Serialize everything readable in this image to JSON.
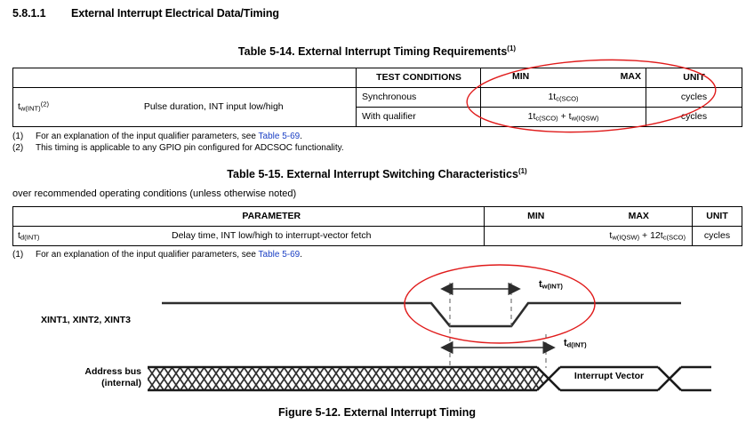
{
  "section": {
    "number": "5.8.1.1",
    "title": "External Interrupt Electrical Data/Timing"
  },
  "table_5_14": {
    "title": "Table 5-14. External Interrupt Timing Requirements",
    "title_sup": "(1)",
    "headers": {
      "param_blank": "",
      "test_conditions": "TEST CONDITIONS",
      "min": "MIN",
      "max": "MAX",
      "unit": "UNIT"
    },
    "rows": [
      {
        "symbol_t": "t",
        "symbol_sub": "w(INT)",
        "symbol_sup": "(2)",
        "description": "Pulse duration, INT input low/high",
        "condition": "Synchronous",
        "min_prefix": "1t",
        "min_sub": "c(SCO)",
        "min_suffix": "",
        "unit": "cycles"
      },
      {
        "condition": "With qualifier",
        "min_prefix": "1t",
        "min_sub": "c(SCO)",
        "min_plus": " + t",
        "min_sub2": "w(IQSW)",
        "unit": "cycles"
      }
    ],
    "footnotes": [
      {
        "mark": "(1)",
        "text_before": "For an explanation of the input qualifier parameters, see ",
        "link": "Table 5-69",
        "text_after": "."
      },
      {
        "mark": "(2)",
        "text_before": "This timing is applicable to any GPIO pin configured for ADCSOC functionality.",
        "link": "",
        "text_after": ""
      }
    ]
  },
  "table_5_15": {
    "title": "Table 5-15.  External Interrupt Switching Characteristics",
    "title_sup": "(1)",
    "conditions_note": "over recommended operating conditions (unless otherwise noted)",
    "headers": {
      "parameter": "PARAMETER",
      "min": "MIN",
      "max": "MAX",
      "unit": "UNIT"
    },
    "rows": [
      {
        "symbol_t": "t",
        "symbol_sub": "d(INT)",
        "description": "Delay time, INT low/high to interrupt-vector fetch",
        "max_prefix": "t",
        "max_sub": "w(IQSW)",
        "max_plus": " + 12t",
        "max_sub2": "c(SCO)",
        "unit": "cycles"
      }
    ],
    "footnotes": [
      {
        "mark": "(1)",
        "text_before": "For an explanation of the input qualifier parameters, see ",
        "link": "Table 5-69",
        "text_after": "."
      }
    ]
  },
  "figure": {
    "caption": "Figure 5-12. External Interrupt Timing",
    "signal_label": "XINT1, XINT2, XINT3",
    "bus_label_line1": "Address bus",
    "bus_label_line2": "(internal)",
    "bus_value": "Interrupt Vector",
    "measure_tw_t": "t",
    "measure_tw_sub": "w(INT)",
    "measure_td_t": "t",
    "measure_td_sub": "d(INT)"
  },
  "annotations": {
    "ellipse_color": "#e01b1b",
    "link_color": "#1a3fc4",
    "line_color": "#333333"
  }
}
